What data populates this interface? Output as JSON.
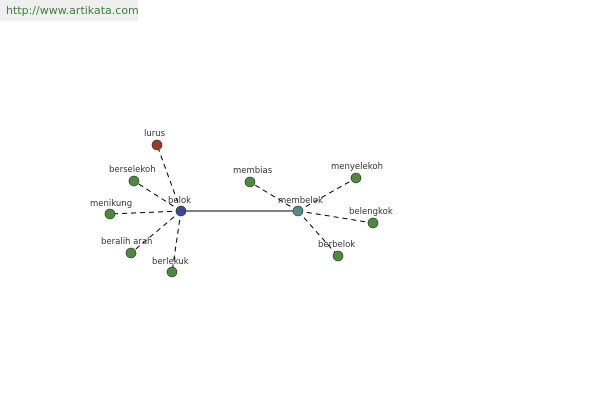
{
  "source": {
    "url": "http://www.artikata.com"
  },
  "colors": {
    "hub_primary": "#3b4a96",
    "hub_secondary": "#4e8f8c",
    "antonym": "#9b3a2c",
    "synonym": "#4e8a3d"
  },
  "graph": {
    "hubs": [
      {
        "id": "belok",
        "label": "belok",
        "color_key": "hub_primary"
      },
      {
        "id": "membelok",
        "label": "membelok",
        "color_key": "hub_secondary"
      }
    ],
    "leaves": [
      {
        "id": "lurus",
        "label": "lurus",
        "hub": "belok",
        "color_key": "antonym"
      },
      {
        "id": "berselekoh",
        "label": "berselekoh",
        "hub": "belok",
        "color_key": "synonym"
      },
      {
        "id": "menikung",
        "label": "menikung",
        "hub": "belok",
        "color_key": "synonym"
      },
      {
        "id": "beralih_arah",
        "label": "beralih arah",
        "hub": "belok",
        "color_key": "synonym"
      },
      {
        "id": "berlekuk",
        "label": "berlekuk",
        "hub": "belok",
        "color_key": "synonym"
      },
      {
        "id": "membias",
        "label": "membias",
        "hub": "membelok",
        "color_key": "synonym"
      },
      {
        "id": "menyelekoh",
        "label": "menyelekoh",
        "hub": "membelok",
        "color_key": "synonym"
      },
      {
        "id": "belengkok",
        "label": "belengkok",
        "hub": "membelok",
        "color_key": "synonym"
      },
      {
        "id": "berbelok",
        "label": "berbelok",
        "hub": "membelok",
        "color_key": "synonym"
      }
    ],
    "links": [
      {
        "from": "belok",
        "to": "membelok",
        "style": "solid"
      }
    ]
  }
}
